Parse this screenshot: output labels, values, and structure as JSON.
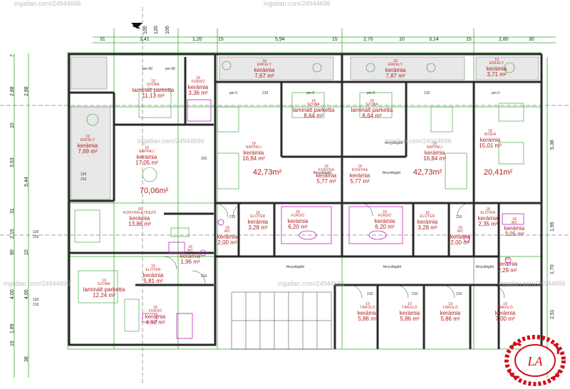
{
  "section_marker": "A",
  "top_dims": [
    "31",
    "3,41",
    "1,20",
    "15",
    "5,94",
    "15",
    "2,70",
    "10",
    "3,14",
    "15",
    "2,80",
    "30"
  ],
  "top_dims2": [
    "100",
    "120",
    "100"
  ],
  "left_dims": [
    "7",
    "2,88",
    "10",
    "3,53",
    "5,44",
    "31",
    "2,15",
    "90",
    "10",
    "4,00",
    "1,89",
    "15",
    "38"
  ],
  "right_dims": [
    "5,36",
    "1,95",
    "1,70",
    "2,51"
  ],
  "rooms": [
    {
      "num": "18",
      "name": "SZOBA",
      "floor": "laminált parketta",
      "area": "11,13 m²"
    },
    {
      "num": "18",
      "name": "FÜRDŐ",
      "floor": "kerámia",
      "area": "3,36 m²"
    },
    {
      "num": "19",
      "name": "ERKÉLY",
      "floor": "kerámia",
      "area": "7,69 m²"
    },
    {
      "num": "18",
      "name": "NAPPALI",
      "floor": "kerámia",
      "area": "17,05 m²"
    },
    {
      "num": "18",
      "name": "KONYHA+ÉTKEZŐ",
      "floor": "kerámia",
      "area": "13,86 m²"
    },
    {
      "num": "18",
      "name": "WC",
      "floor": "kerámia",
      "area": "1,96 m²"
    },
    {
      "num": "19",
      "name": "ELŐTÉR",
      "floor": "kerámia",
      "area": "5,81 m²"
    },
    {
      "num": "19",
      "name": "SZOBA",
      "floor": "laminált parketta",
      "area": "12,24 m²"
    },
    {
      "num": "18",
      "name": "FÜRDŐ",
      "floor": "kerámia",
      "area": "4,92 m²"
    },
    {
      "num": "18",
      "name": "ERKÉLY",
      "floor": "kerámia",
      "area": "7,67 m²"
    },
    {
      "num": "18",
      "name": "SZOBA",
      "floor": "laminált parketta",
      "area": "8,64 m²"
    },
    {
      "num": "18",
      "name": "NAPPALI",
      "floor": "kerámia",
      "area": "16,84 m²"
    },
    {
      "num": "18",
      "name": "KONYHA",
      "floor": "kerámia",
      "area": "5,77 m²"
    },
    {
      "num": "18",
      "name": "ELŐTÉR",
      "floor": "kerámia",
      "area": "3,28 m²"
    },
    {
      "num": "18",
      "name": "FÜRDŐ",
      "floor": "kerámia",
      "area": "6,20 m²"
    },
    {
      "num": "18",
      "name": "WC",
      "floor": "kerámia",
      "area": "2,00 m²"
    },
    {
      "num": "18",
      "name": "ERKÉLY",
      "floor": "kerámia",
      "area": "7,87 m²"
    },
    {
      "num": "18",
      "name": "SZOBA",
      "floor": "laminált parketta",
      "area": "8,64 m²"
    },
    {
      "num": "18",
      "name": "NAPPALI",
      "floor": "kerámia",
      "area": "16,84 m²"
    },
    {
      "num": "18",
      "name": "KONYHA",
      "floor": "kerámia",
      "area": "5,77 m²"
    },
    {
      "num": "18",
      "name": "FÜRDŐ",
      "floor": "kerámia",
      "area": "6,20 m²"
    },
    {
      "num": "18",
      "name": "ELŐTÉR",
      "floor": "kerámia",
      "area": "3,28 m²"
    },
    {
      "num": "18",
      "name": "WC",
      "floor": "kerámia",
      "area": "2,00 m²"
    },
    {
      "num": "19",
      "name": "ERKÉLY",
      "floor": "kerámia",
      "area": "3,71 m²"
    },
    {
      "num": "18",
      "name": "IRODA",
      "floor": "kerámia",
      "area": "15,01 m²"
    },
    {
      "num": "18",
      "name": "ELŐTÉR",
      "floor": "kerámia",
      "area": "2,35 m²"
    },
    {
      "num": "18",
      "name": "WC",
      "floor": "kerámia",
      "area": "3,05 m²"
    },
    {
      "num": "19",
      "name": "",
      "floor": "kerámia",
      "area": "2,29 m²"
    },
    {
      "num": "19",
      "name": "TÁROLÓ",
      "floor": "kerámia",
      "area": "5,86 m²"
    },
    {
      "num": "19",
      "name": "TÁROLÓ",
      "floor": "kerámia",
      "area": "5,86 m²"
    },
    {
      "num": "19",
      "name": "TÁROLÓ",
      "floor": "kerámia",
      "area": "5,86 m²"
    },
    {
      "num": "19",
      "name": "TÁROLÓ",
      "floor": "kerámia",
      "area": "7,00 m²"
    }
  ],
  "totals": [
    "70,06m²",
    "42,73m²",
    "42,73m²",
    "20,41m²"
  ],
  "small_labels": [
    "pm 90",
    "pm 90",
    "pm 0",
    "pm 0",
    "pm 0",
    "pm 0",
    "120",
    "210",
    "120",
    "210",
    "120",
    "210",
    "220",
    "210",
    "210",
    "210",
    "210",
    "210",
    "210",
    "210",
    "210"
  ],
  "lightwells": [
    "fényvilágító",
    "fényvilágító",
    "fényvilágító",
    "fényvilágító",
    "fényvilágító",
    "fényvilágító"
  ],
  "watermarks": [
    "ingatlan.com/24944696",
    "ingatlan.com/24944696",
    "ingatlan.com/24944696",
    "ingatlan.com/24944696",
    "ingatlan.com/24944696",
    "ingatlan.com/24944696",
    "ingatlan.com/24944696"
  ],
  "colors": {
    "walls": "#2a2a2a",
    "grid": "#39a82f",
    "room_text": "#b02020",
    "fixtures": "#c020c0",
    "logo": "#d0101a"
  },
  "logo_text": "LA"
}
